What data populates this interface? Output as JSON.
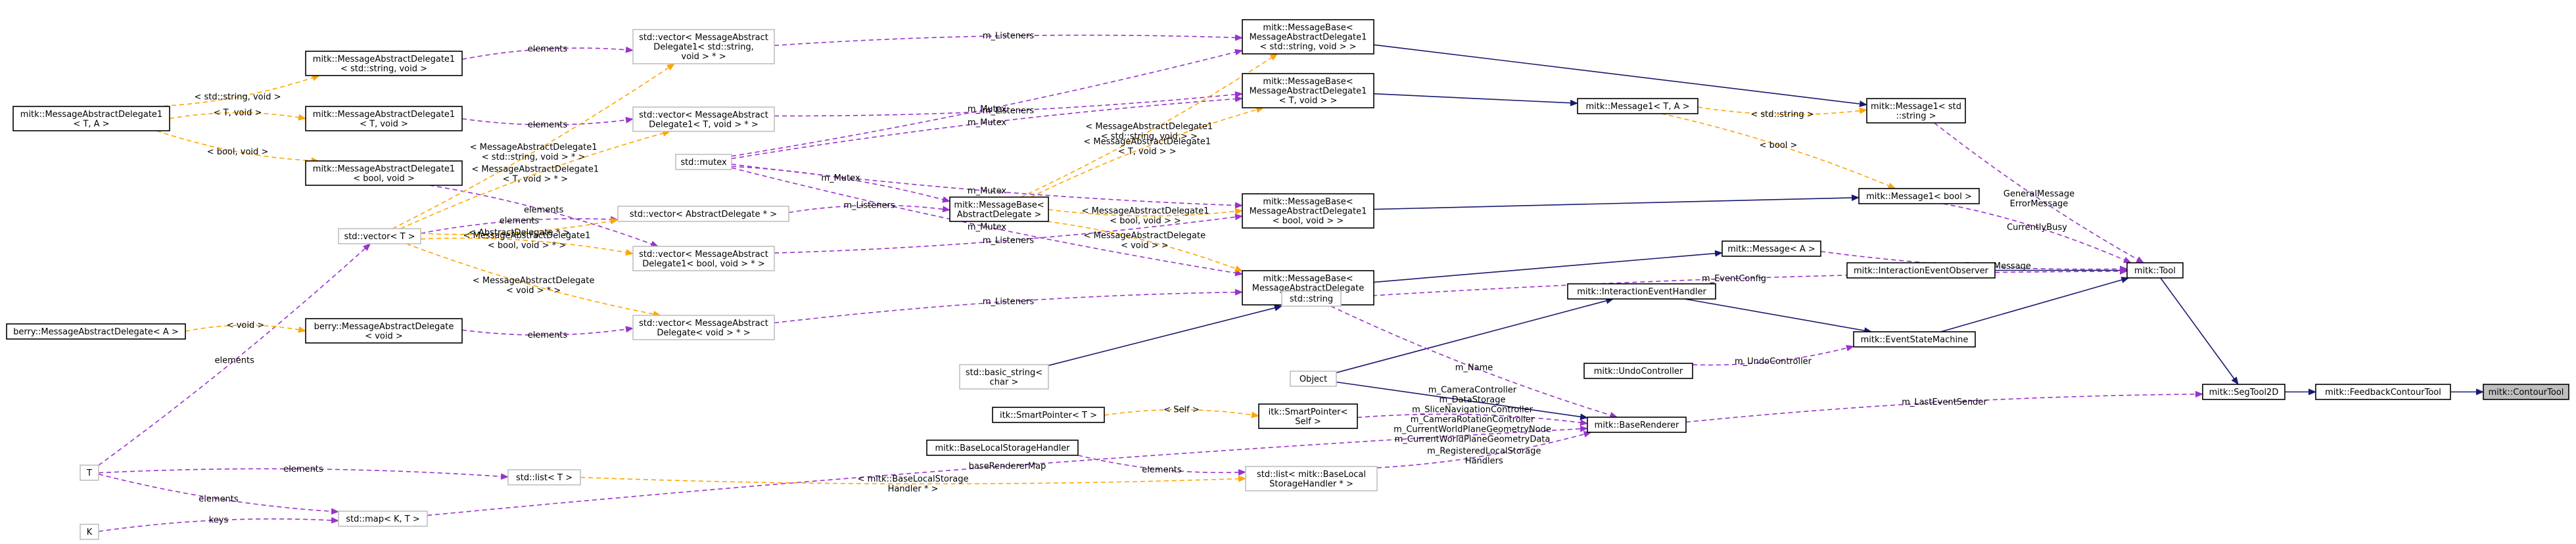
{
  "colors": {
    "inheritance": "#191970",
    "usage": "#9a32cd",
    "template": "#ffa500",
    "node_border": "#000000",
    "node_border_external": "#bfbfbf",
    "node_fill_highlight": "#bfbfbf",
    "node_fill": "#ffffff"
  },
  "nodes": [
    {
      "id": "ContourTool",
      "lines": [
        "mitk::ContourTool"
      ],
      "style": "highlight"
    },
    {
      "id": "FeedbackContourTool",
      "lines": [
        "mitk::FeedbackContourTool"
      ],
      "style": "normal"
    },
    {
      "id": "SegTool2D",
      "lines": [
        "mitk::SegTool2D"
      ],
      "style": "normal"
    },
    {
      "id": "Tool",
      "lines": [
        "mitk::Tool"
      ],
      "style": "normal"
    },
    {
      "id": "EventStateMachine",
      "lines": [
        "mitk::EventStateMachine"
      ],
      "style": "normal"
    },
    {
      "id": "InteractionEventHandler",
      "lines": [
        "mitk::InteractionEventHandler"
      ],
      "style": "normal"
    },
    {
      "id": "InteractionEventObserver",
      "lines": [
        "mitk::InteractionEventObserver"
      ],
      "style": "normal"
    },
    {
      "id": "MessageA",
      "lines": [
        "mitk::Message< A >"
      ],
      "style": "normal"
    },
    {
      "id": "MessageBool",
      "lines": [
        "mitk::Message1< bool >"
      ],
      "style": "normal"
    },
    {
      "id": "MessageStdString",
      "lines": [
        "mitk::Message1< std",
        "::string >"
      ],
      "style": "normal"
    },
    {
      "id": "Message1TA",
      "lines": [
        "mitk::Message1< T, A >"
      ],
      "style": "normal"
    },
    {
      "id": "MBase_string",
      "lines": [
        "mitk::MessageBase<",
        "MessageAbstractDelegate1",
        "< std::string, void > >"
      ],
      "style": "normal"
    },
    {
      "id": "MBase_T",
      "lines": [
        "mitk::MessageBase<",
        "MessageAbstractDelegate1",
        "< T, void > >"
      ],
      "style": "normal"
    },
    {
      "id": "MBase_bool",
      "lines": [
        "mitk::MessageBase<",
        "MessageAbstractDelegate1",
        "< bool, void > >"
      ],
      "style": "normal"
    },
    {
      "id": "MBase_void",
      "lines": [
        "mitk::MessageBase<",
        "MessageAbstractDelegate",
        "< void > >"
      ],
      "style": "normal"
    },
    {
      "id": "MBase_generic",
      "lines": [
        "mitk::MessageBase<",
        "AbstractDelegate >"
      ],
      "style": "normal"
    },
    {
      "id": "stdmutex",
      "lines": [
        "std::mutex"
      ],
      "style": "external"
    },
    {
      "id": "vec_string",
      "lines": [
        "std::vector< MessageAbstract",
        "Delegate1< std::string,",
        "void > * >"
      ],
      "style": "external"
    },
    {
      "id": "vec_T",
      "lines": [
        "std::vector< MessageAbstract",
        "Delegate1< T, void > * >"
      ],
      "style": "external"
    },
    {
      "id": "vec_abstract",
      "lines": [
        "std::vector< AbstractDelegate * >"
      ],
      "style": "external"
    },
    {
      "id": "vec_bool",
      "lines": [
        "std::vector< MessageAbstract",
        "Delegate1< bool, void > * >"
      ],
      "style": "external"
    },
    {
      "id": "vec_void",
      "lines": [
        "std::vector< MessageAbstract",
        "Delegate< void > * >"
      ],
      "style": "external"
    },
    {
      "id": "vectorT",
      "lines": [
        "std::vector< T >"
      ],
      "style": "external"
    },
    {
      "id": "MAD1_string",
      "lines": [
        "mitk::MessageAbstractDelegate1",
        "< std::string, void >"
      ],
      "style": "normal"
    },
    {
      "id": "MAD1_TA",
      "lines": [
        "mitk::MessageAbstractDelegate1",
        "< T, A >"
      ],
      "style": "normal"
    },
    {
      "id": "MAD1_T",
      "lines": [
        "mitk::MessageAbstractDelegate1",
        "< T, void >"
      ],
      "style": "normal"
    },
    {
      "id": "MAD1_bool",
      "lines": [
        "mitk::MessageAbstractDelegate1",
        "< bool, void >"
      ],
      "style": "normal"
    },
    {
      "id": "berryMAD_void",
      "lines": [
        "berry::MessageAbstractDelegate",
        "< void >"
      ],
      "style": "normal"
    },
    {
      "id": "berryMAD_A",
      "lines": [
        "berry::MessageAbstractDelegate< A >"
      ],
      "style": "normal"
    },
    {
      "id": "stdstring",
      "lines": [
        "std::string"
      ],
      "style": "external"
    },
    {
      "id": "basic_string",
      "lines": [
        "std::basic_string<",
        "char >"
      ],
      "style": "external"
    },
    {
      "id": "Object",
      "lines": [
        "Object"
      ],
      "style": "external"
    },
    {
      "id": "UndoController",
      "lines": [
        "mitk::UndoController"
      ],
      "style": "normal"
    },
    {
      "id": "BaseRenderer",
      "lines": [
        "mitk::BaseRenderer"
      ],
      "style": "normal"
    },
    {
      "id": "itkSP_T",
      "lines": [
        "itk::SmartPointer< T >"
      ],
      "style": "normal"
    },
    {
      "id": "itkSP_Self",
      "lines": [
        "itk::SmartPointer<",
        "Self >"
      ],
      "style": "normal"
    },
    {
      "id": "BLSH",
      "lines": [
        "mitk::BaseLocalStorageHandler"
      ],
      "style": "normal"
    },
    {
      "id": "list_BLSH",
      "lines": [
        "std::list< mitk::BaseLocal",
        "StorageHandler * >"
      ],
      "style": "external"
    },
    {
      "id": "listT",
      "lines": [
        "std::list< T >"
      ],
      "style": "external"
    },
    {
      "id": "mapKT",
      "lines": [
        "std::map< K, T >"
      ],
      "style": "external"
    },
    {
      "id": "T",
      "lines": [
        "T"
      ],
      "style": "external"
    },
    {
      "id": "K",
      "lines": [
        "K"
      ],
      "style": "external"
    }
  ],
  "edges": [
    {
      "from": "FeedbackContourTool",
      "to": "ContourTool",
      "kind": "inheritance",
      "label": []
    },
    {
      "from": "SegTool2D",
      "to": "FeedbackContourTool",
      "kind": "inheritance",
      "label": []
    },
    {
      "from": "Tool",
      "to": "SegTool2D",
      "kind": "inheritance",
      "label": []
    },
    {
      "from": "EventStateMachine",
      "to": "Tool",
      "kind": "inheritance",
      "label": []
    },
    {
      "from": "InteractionEventObserver",
      "to": "Tool",
      "kind": "inheritance",
      "label": []
    },
    {
      "from": "InteractionEventHandler",
      "to": "EventStateMachine",
      "kind": "inheritance",
      "label": []
    },
    {
      "from": "Object",
      "to": "InteractionEventHandler",
      "kind": "inheritance",
      "label": []
    },
    {
      "from": "Object",
      "to": "BaseRenderer",
      "kind": "inheritance",
      "label": []
    },
    {
      "from": "MBase_string",
      "to": "MessageStdString",
      "kind": "inheritance",
      "label": []
    },
    {
      "from": "MBase_T",
      "to": "Message1TA",
      "kind": "inheritance",
      "label": []
    },
    {
      "from": "MBase_bool",
      "to": "MessageBool",
      "kind": "inheritance",
      "label": []
    },
    {
      "from": "MBase_void",
      "to": "MessageA",
      "kind": "inheritance",
      "label": []
    },
    {
      "from": "basic_string",
      "to": "stdstring",
      "kind": "inheritance",
      "label": []
    },
    {
      "from": "MessageStdString",
      "to": "Tool",
      "kind": "usage",
      "label": [
        "GeneralMessage",
        "ErrorMessage"
      ]
    },
    {
      "from": "MessageBool",
      "to": "Tool",
      "kind": "usage",
      "label": [
        "CurrentlyBusy"
      ]
    },
    {
      "from": "MessageA",
      "to": "Tool",
      "kind": "usage",
      "label": [
        "GUIProcessEventsMessage"
      ]
    },
    {
      "from": "stdstring",
      "to": "Tool",
      "kind": "usage",
      "label": [
        "m_EventConfig"
      ]
    },
    {
      "from": "UndoController",
      "to": "EventStateMachine",
      "kind": "usage",
      "label": [
        "m_UndoController"
      ]
    },
    {
      "from": "BaseRenderer",
      "to": "SegTool2D",
      "kind": "usage",
      "label": [
        "m_LastEventSender"
      ]
    },
    {
      "from": "stdstring",
      "to": "BaseRenderer",
      "kind": "usage",
      "label": [
        "m_Name"
      ]
    },
    {
      "from": "itkSP_Self",
      "to": "BaseRenderer",
      "kind": "usage",
      "label": [
        "m_CameraController",
        "m_DataStorage",
        "m_SliceNavigationController",
        "m_CameraRotationController",
        "m_CurrentWorldPlaneGeometryNode",
        "m_CurrentWorldPlaneGeometryData"
      ]
    },
    {
      "from": "list_BLSH",
      "to": "BaseRenderer",
      "kind": "usage",
      "label": [
        "m_RegisteredLocalStorage",
        "Handlers"
      ]
    },
    {
      "from": "mapKT",
      "to": "BaseRenderer",
      "kind": "usage",
      "label": [
        "baseRendererMap"
      ]
    },
    {
      "from": "BLSH",
      "to": "list_BLSH",
      "kind": "usage",
      "label": [
        "elements"
      ]
    },
    {
      "from": "T",
      "to": "listT",
      "kind": "usage",
      "label": [
        "elements"
      ]
    },
    {
      "from": "T",
      "to": "mapKT",
      "kind": "usage",
      "label": [
        "elements"
      ]
    },
    {
      "from": "K",
      "to": "mapKT",
      "kind": "usage",
      "label": [
        "keys"
      ]
    },
    {
      "from": "T",
      "to": "vectorT",
      "kind": "usage",
      "label": [
        "elements"
      ]
    },
    {
      "from": "vec_string",
      "to": "MBase_string",
      "kind": "usage",
      "label": [
        "m_Listeners"
      ]
    },
    {
      "from": "vec_T",
      "to": "MBase_T",
      "kind": "usage",
      "label": [
        "m_Listeners"
      ]
    },
    {
      "from": "vec_abstract",
      "to": "MBase_generic",
      "kind": "usage",
      "label": [
        "m_Listeners"
      ]
    },
    {
      "from": "vec_bool",
      "to": "MBase_bool",
      "kind": "usage",
      "label": [
        "m_Listeners"
      ]
    },
    {
      "from": "vec_void",
      "to": "MBase_void",
      "kind": "usage",
      "label": [
        "m_Listeners"
      ]
    },
    {
      "from": "stdmutex",
      "to": "MBase_string",
      "kind": "usage",
      "label": [
        "m_Mutex"
      ]
    },
    {
      "from": "stdmutex",
      "to": "MBase_T",
      "kind": "usage",
      "label": [
        "m_Mutex"
      ]
    },
    {
      "from": "stdmutex",
      "to": "MBase_bool",
      "kind": "usage",
      "label": [
        "m_Mutex"
      ]
    },
    {
      "from": "stdmutex",
      "to": "MBase_generic",
      "kind": "usage",
      "label": [
        "m_Mutex"
      ]
    },
    {
      "from": "stdmutex",
      "to": "MBase_void",
      "kind": "usage",
      "label": [
        "m_Mutex"
      ]
    },
    {
      "from": "MAD1_string",
      "to": "vec_string",
      "kind": "usage",
      "label": [
        "elements"
      ]
    },
    {
      "from": "MAD1_T",
      "to": "vec_T",
      "kind": "usage",
      "label": [
        "elements"
      ]
    },
    {
      "from": "MAD1_bool",
      "to": "vec_bool",
      "kind": "usage",
      "label": [
        "elements"
      ]
    },
    {
      "from": "berryMAD_void",
      "to": "vec_void",
      "kind": "usage",
      "label": [
        "elements"
      ]
    },
    {
      "from": "vectorT",
      "to": "vec_abstract",
      "kind": "usage",
      "label": [
        "elements"
      ]
    },
    {
      "from": "MBase_generic",
      "to": "MBase_string",
      "kind": "template",
      "label": [
        "< MessageAbstractDelegate1",
        "< std::string, void > >"
      ]
    },
    {
      "from": "MBase_generic",
      "to": "MBase_T",
      "kind": "template",
      "label": [
        "< MessageAbstractDelegate1",
        "< T, void > >"
      ]
    },
    {
      "from": "MBase_generic",
      "to": "MBase_bool",
      "kind": "template",
      "label": [
        "< MessageAbstractDelegate1",
        "< bool, void > >"
      ]
    },
    {
      "from": "MBase_generic",
      "to": "MBase_void",
      "kind": "template",
      "label": [
        "< MessageAbstractDelegate",
        "< void > >"
      ]
    },
    {
      "from": "Message1TA",
      "to": "MessageStdString",
      "kind": "template",
      "label": [
        "< std::string >"
      ]
    },
    {
      "from": "Message1TA",
      "to": "MessageBool",
      "kind": "template",
      "label": [
        "< bool >"
      ]
    },
    {
      "from": "MAD1_TA",
      "to": "MAD1_string",
      "kind": "template",
      "label": [
        "< std::string, void >"
      ]
    },
    {
      "from": "MAD1_TA",
      "to": "MAD1_T",
      "kind": "template",
      "label": [
        "< T, void >"
      ]
    },
    {
      "from": "MAD1_TA",
      "to": "MAD1_bool",
      "kind": "template",
      "label": [
        "< bool, void >"
      ]
    },
    {
      "from": "berryMAD_A",
      "to": "berryMAD_void",
      "kind": "template",
      "label": [
        "< void >"
      ]
    },
    {
      "from": "vectorT",
      "to": "vec_string",
      "kind": "template",
      "label": [
        "< MessageAbstractDelegate1",
        "< std::string, void > * >"
      ]
    },
    {
      "from": "vectorT",
      "to": "vec_T",
      "kind": "template",
      "label": [
        "< MessageAbstractDelegate1",
        "< T, void > * >"
      ]
    },
    {
      "from": "vectorT",
      "to": "vec_abstract",
      "kind": "template",
      "label": [
        "< AbstractDelegate * >"
      ]
    },
    {
      "from": "vectorT",
      "to": "vec_bool",
      "kind": "template",
      "label": [
        "< MessageAbstractDelegate1",
        "< bool, void > * >"
      ]
    },
    {
      "from": "vectorT",
      "to": "vec_void",
      "kind": "template",
      "label": [
        "< MessageAbstractDelegate",
        "< void > * >"
      ]
    },
    {
      "from": "itkSP_T",
      "to": "itkSP_Self",
      "kind": "template",
      "label": [
        "< Self >"
      ]
    },
    {
      "from": "listT",
      "to": "list_BLSH",
      "kind": "template",
      "label": [
        "< mitk::BaseLocalStorage",
        "Handler * >"
      ]
    }
  ]
}
